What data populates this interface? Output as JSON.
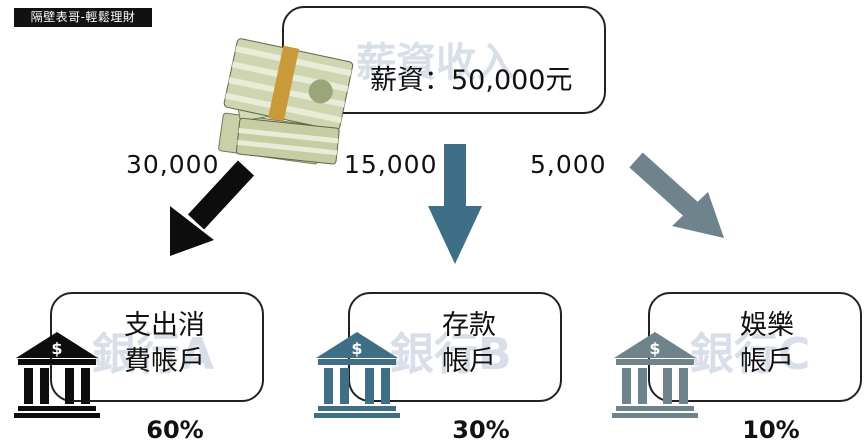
{
  "brand": "隔壁表哥-輕鬆理財",
  "top": {
    "watermark": "薪資收入",
    "label": "薪資：50,000元"
  },
  "flows": [
    {
      "amount": "30,000",
      "color": "#0d0d0d"
    },
    {
      "amount": "15,000",
      "color": "#3f6f86"
    },
    {
      "amount": "5,000",
      "color": "#6e838c"
    }
  ],
  "accounts": [
    {
      "watermark": "銀行A",
      "line1": "支出消",
      "line2": "費帳戶",
      "percent": "60%",
      "icon": "bank-icon",
      "color": "#0d0d0d"
    },
    {
      "watermark": "銀行B",
      "line1": "存款",
      "line2": "帳戶",
      "percent": "30%",
      "icon": "bank-icon",
      "color": "#3f6f86"
    },
    {
      "watermark": "銀行C",
      "line1": "娛樂",
      "line2": "帳戶",
      "percent": "10%",
      "icon": "bank-icon",
      "color": "#6e838c"
    }
  ]
}
